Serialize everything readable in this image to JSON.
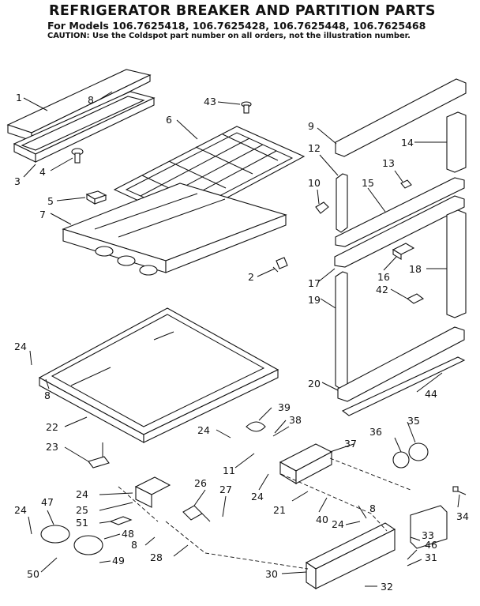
{
  "header": {
    "title": "REFRIGERATOR BREAKER AND PARTITION PARTS",
    "models": "For Models 106.7625418, 106.7625428, 106.7625448, 106.7625468",
    "caution": "CAUTION: Use the Coldspot part number on all orders, not the illustration number."
  },
  "callouts": {
    "c1": "1",
    "c2": "2",
    "c3": "3",
    "c4": "4",
    "c5": "5",
    "c6": "6",
    "c7": "7",
    "c8a": "8",
    "c8b": "8",
    "c8c": "8",
    "c8d": "8",
    "c9": "9",
    "c10": "10",
    "c11": "11",
    "c12": "12",
    "c13": "13",
    "c14": "14",
    "c15": "15",
    "c16": "16",
    "c17": "17",
    "c18": "18",
    "c19": "19",
    "c20": "20",
    "c21": "21",
    "c22": "22",
    "c23": "23",
    "c24a": "24",
    "c24b": "24",
    "c24c": "24",
    "c24d": "24",
    "c24e": "24",
    "c24f": "24",
    "c25": "25",
    "c26": "26",
    "c27": "27",
    "c28": "28",
    "c30": "30",
    "c31": "31",
    "c32": "32",
    "c33": "33",
    "c34": "34",
    "c35": "35",
    "c36": "36",
    "c37": "37",
    "c38": "38",
    "c39": "39",
    "c40": "40",
    "c42": "42",
    "c43": "43",
    "c44": "44",
    "c46": "46",
    "c47": "47",
    "c48": "48",
    "c49": "49",
    "c50": "50",
    "c51": "51"
  }
}
